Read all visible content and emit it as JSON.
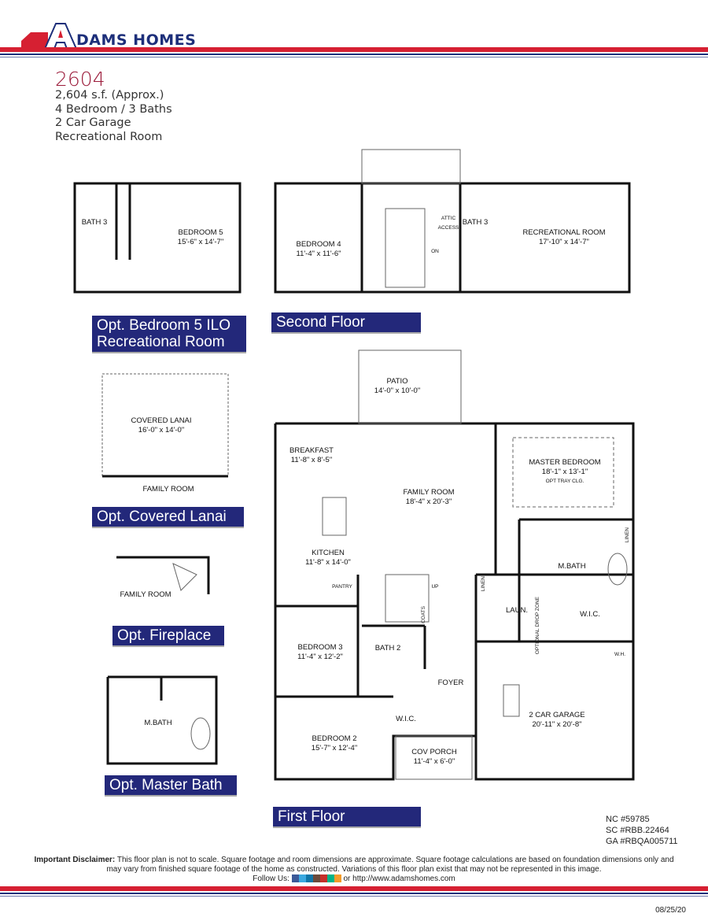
{
  "brand": {
    "name": "DAMS HOMES",
    "initial": "A",
    "colors": {
      "red": "#d62032",
      "blue": "#1d2f7a",
      "banner": "#23287a",
      "title": "#9b1b3a"
    }
  },
  "plan": {
    "name": "2604",
    "details": [
      "2,604 s.f. (Approx.)",
      "4 Bedroom / 3 Baths",
      "2 Car Garage",
      "Recreational Room"
    ]
  },
  "opt_bedroom5": {
    "bath": "BATH 3",
    "room": "BEDROOM 5",
    "room_dim": "15'-6\" x 14'-7\"",
    "banner": [
      "Opt. Bedroom 5 ILO",
      "Recreational Room"
    ]
  },
  "second_floor": {
    "bedroom4": "BEDROOM 4",
    "bedroom4_dim": "11'-4\" x 11'-6\"",
    "attic": [
      "ATTIC",
      "ACCESS"
    ],
    "on": "ON",
    "bath": "BATH 3",
    "rec": "RECREATIONAL ROOM",
    "rec_dim": "17'-10\" x 14'-7\"",
    "banner": "Second Floor"
  },
  "opt_lanai": {
    "room": "COVERED LANAI",
    "dim": "16'-0\" x 14'-0\"",
    "family": "FAMILY ROOM",
    "banner": "Opt. Covered Lanai"
  },
  "opt_fireplace": {
    "family": "FAMILY ROOM",
    "banner": "Opt. Fireplace"
  },
  "opt_master_bath": {
    "room": "M.BATH",
    "banner": "Opt. Master Bath"
  },
  "first_floor": {
    "patio": "PATIO",
    "patio_dim": "14'-0\" x 10'-0\"",
    "breakfast": "BREAKFAST",
    "breakfast_dim": "11'-8\" x 8'-5\"",
    "family": "FAMILY ROOM",
    "family_dim": "18'-4\" x 20'-3\"",
    "kitchen": "KITCHEN",
    "kitchen_dim": "11'-8\" x 14'-0\"",
    "pantry": "PANTRY",
    "up": "UP",
    "coats": "COATS",
    "master": "MASTER BEDROOM",
    "master_dim": "18'-1\" x 13'-1\"",
    "tray": "OPT TRAY CLG.",
    "mbath": "M.BATH",
    "linen": "LINEN",
    "laun": "LAUN.",
    "drop": [
      "OPTIONAL",
      "DROP ZONE"
    ],
    "wic": "W.I.C.",
    "bedroom3": "BEDROOM 3",
    "bedroom3_dim": "11'-4\" x 12'-2\"",
    "bath2": "BATH 2",
    "foyer": "FOYER",
    "garage": "2 CAR GARAGE",
    "garage_dim": "20'-11\" x 20'-8\"",
    "wh": "W.H.",
    "bedroom2": "BEDROOM 2",
    "bedroom2_dim": "15'-7\" x 12'-4\"",
    "wic2": "W.I.C.",
    "porch": "COV PORCH",
    "porch_dim": "11'-4\" x 6'-0\"",
    "banner": "First Floor"
  },
  "licenses": [
    "NC #59785",
    "SC #RBB.22464",
    "GA #RBQA005711"
  ],
  "disclaimer": {
    "label": "Important Disclaimer:",
    "text1": " This floor plan is not to scale. Square footage and room dimensions are approximate. Square footage calculations are based on foundation dimensions only and",
    "text2": "may vary from finished square footage of the home as constructed. Variations of this floor plan exist that may not be represented in this image.",
    "follow": "Follow Us:",
    "url": "or http://www.adamshomes.com",
    "social_icons": [
      "facebook-icon",
      "twitter-icon",
      "linkedin-icon",
      "instagram-icon",
      "youtube-icon",
      "vine-icon",
      "rss-icon"
    ]
  },
  "date": "08/25/20"
}
